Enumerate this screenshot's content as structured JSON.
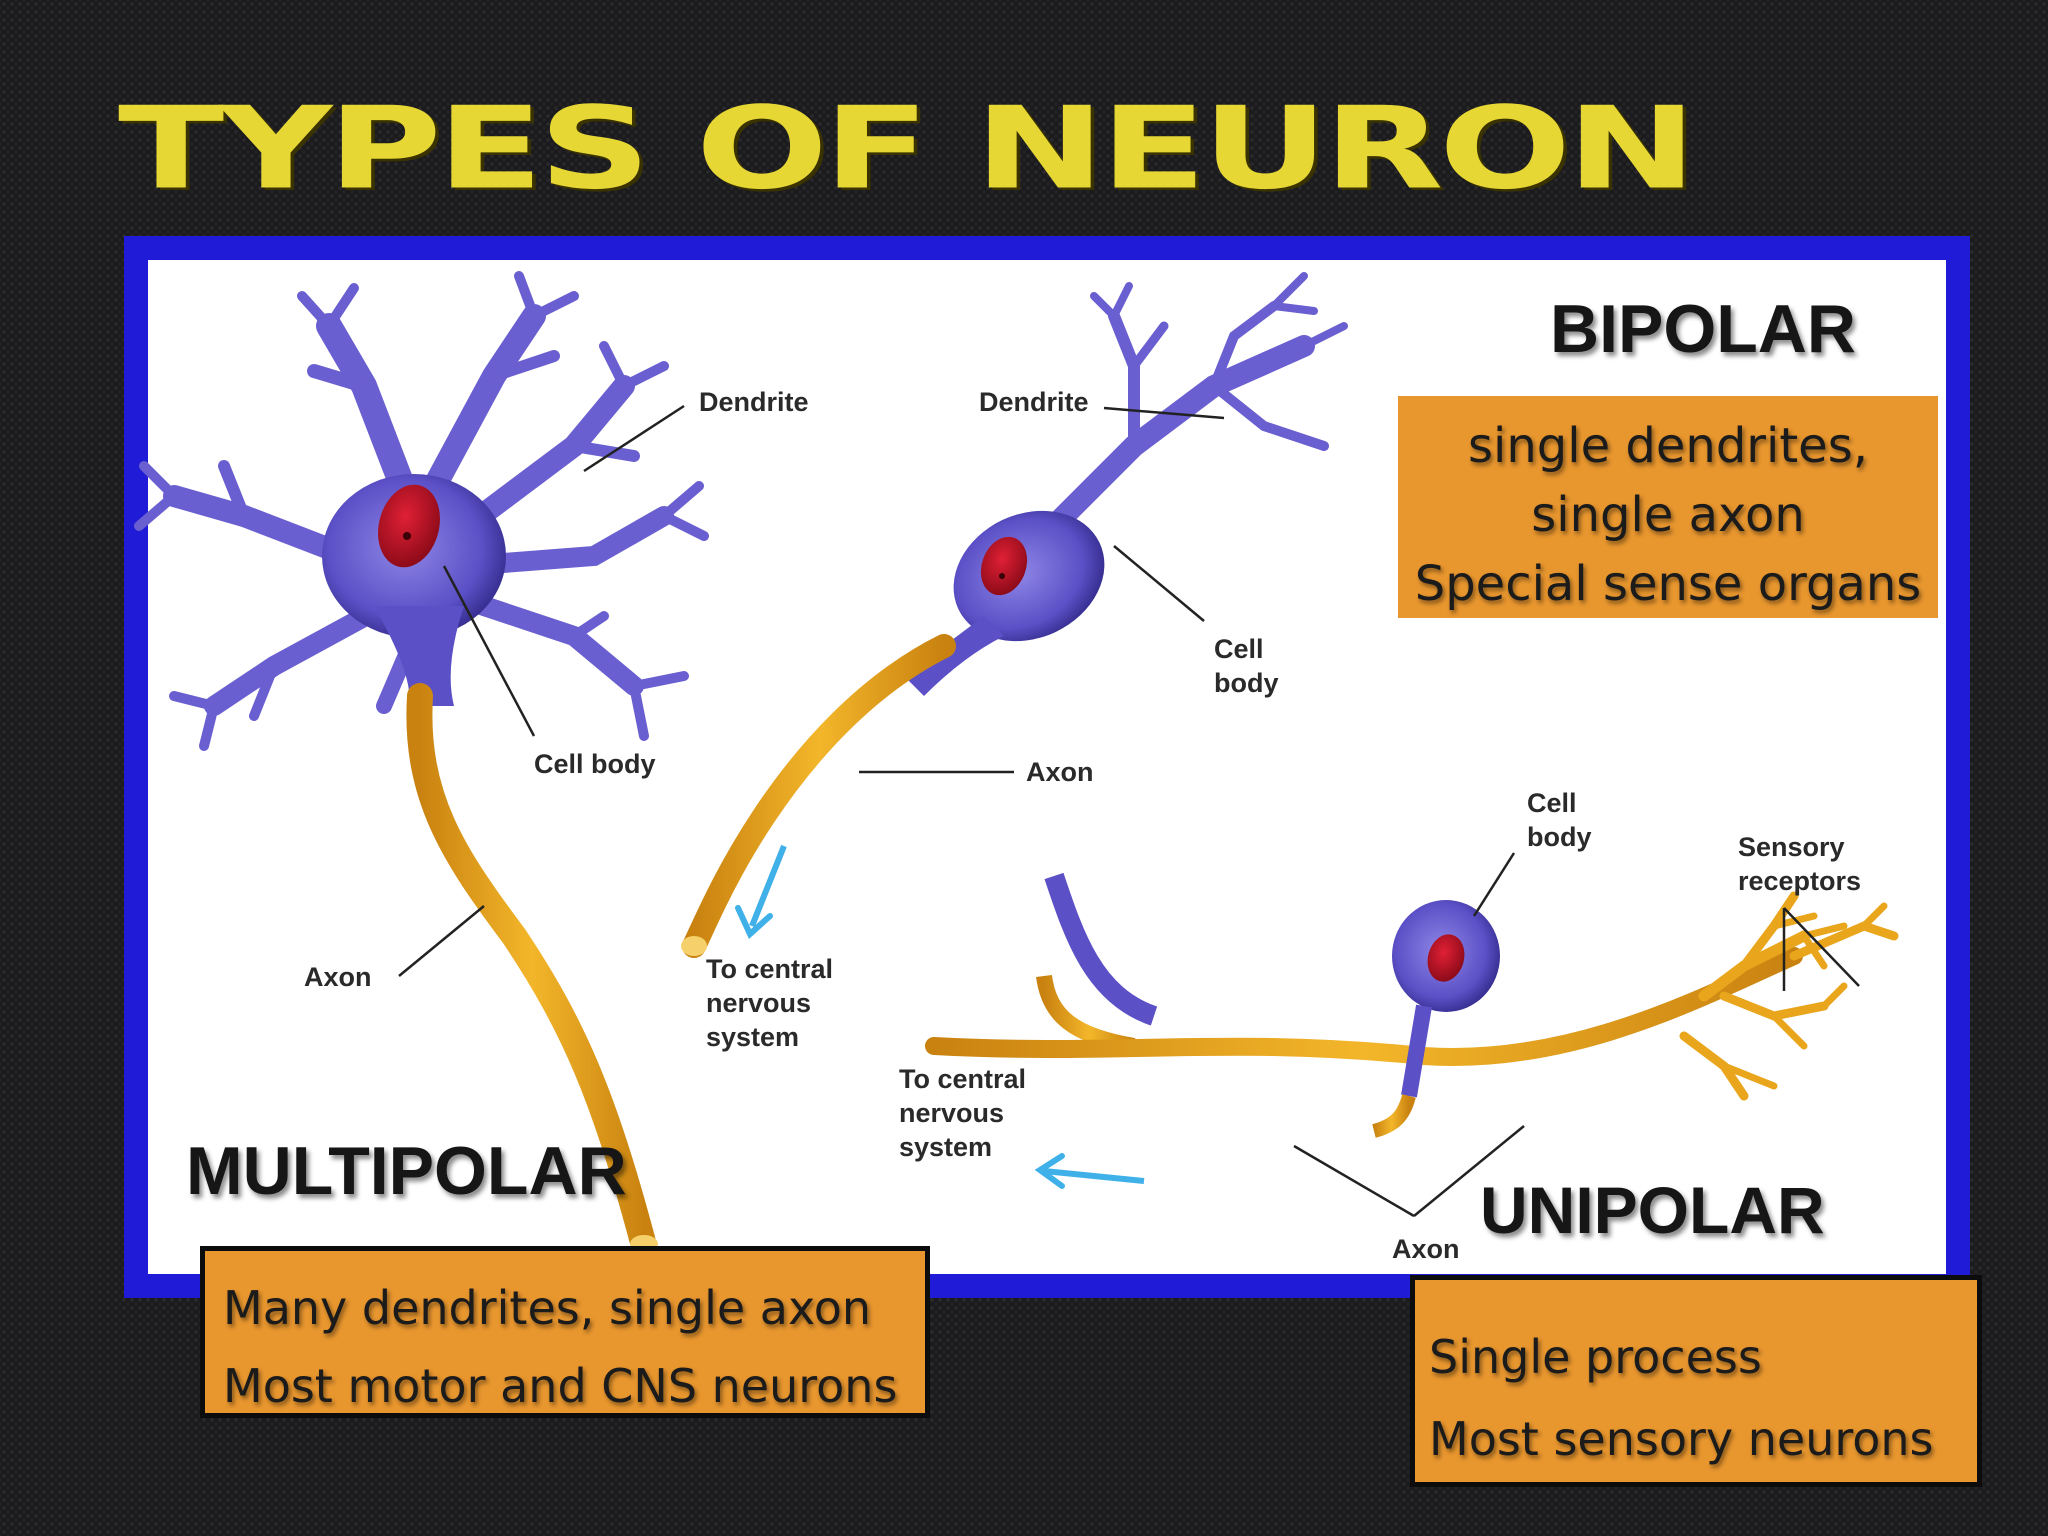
{
  "title": "TYPES OF NEURON",
  "colors": {
    "title": "#e6d734",
    "frame": "#1f1bd6",
    "info_box": "#e8962e",
    "neuron_body": "#6a5fd0",
    "nucleus": "#c4122a",
    "axon": "#e9a61c",
    "arrow": "#3fb0e8"
  },
  "types": {
    "bipolar": {
      "heading": "BIPOLAR",
      "lines": [
        "single dendrites,",
        "single axon",
        "Special sense organs"
      ]
    },
    "multipolar": {
      "heading": "MULTIPOLAR",
      "lines": [
        "Many dendrites, single axon",
        "Most motor and CNS neurons"
      ]
    },
    "unipolar": {
      "heading": "UNIPOLAR",
      "lines": [
        "Single process",
        "Most sensory neurons"
      ]
    }
  },
  "labels": {
    "multi_dendrite": "Dendrite",
    "multi_cell_body": "Cell body",
    "multi_axon": "Axon",
    "bi_dendrite": "Dendrite",
    "bi_cell_body": [
      "Cell",
      "body"
    ],
    "bi_axon": "Axon",
    "bi_to_cns": [
      "To central",
      "nervous",
      "system"
    ],
    "uni_cell_body": [
      "Cell",
      "body"
    ],
    "uni_sensory": [
      "Sensory",
      "receptors"
    ],
    "uni_to_cns": [
      "To central",
      "nervous",
      "system"
    ],
    "uni_axon": "Axon"
  }
}
